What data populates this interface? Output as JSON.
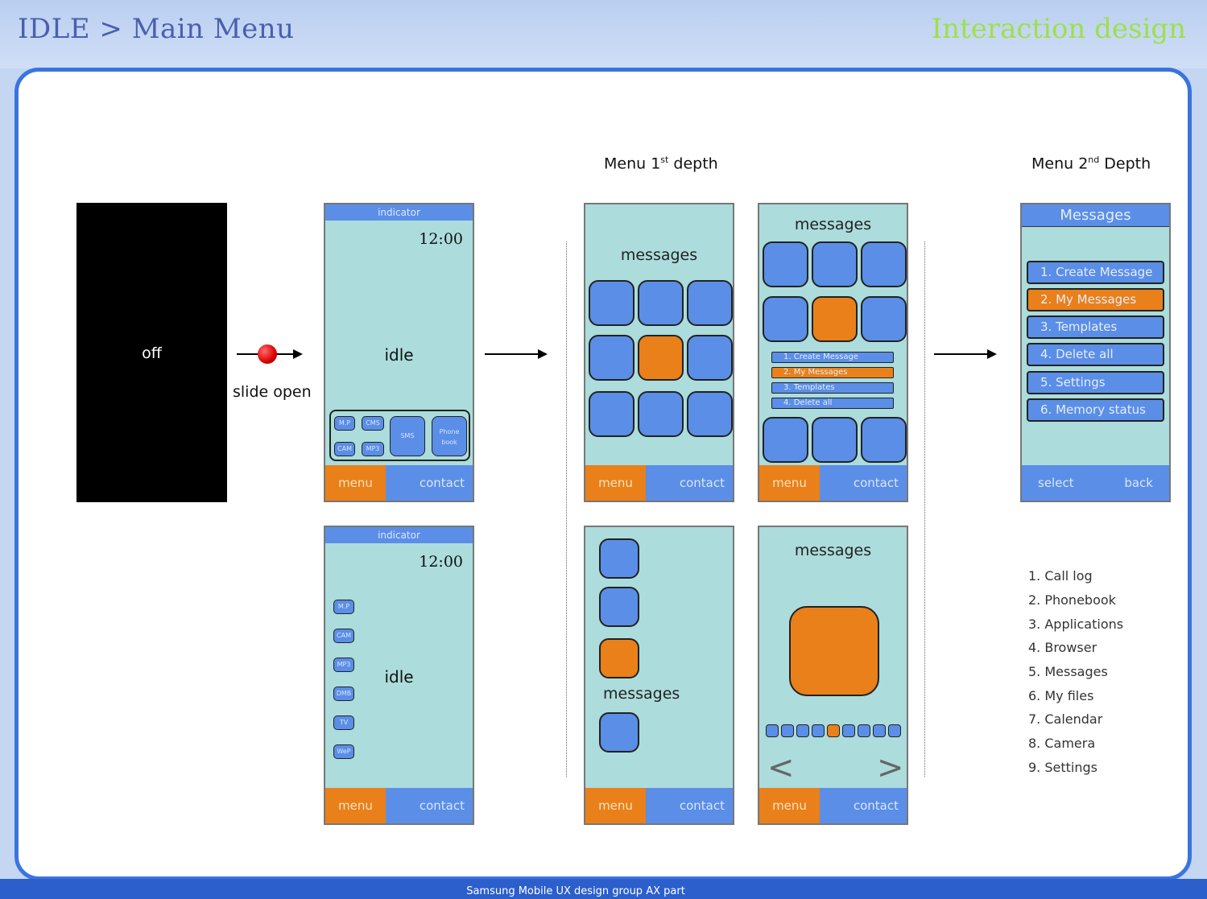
{
  "header": {
    "title": "IDLE > Main Menu",
    "right": "Interaction design"
  },
  "footer": {
    "text": "Samsung Mobile UX design group AX part"
  },
  "headings": {
    "depth1": "Menu 1",
    "depth1_sup": "st",
    "depth1_tail": " depth",
    "depth2": "Menu 2",
    "depth2_sup": "nd",
    "depth2_tail": " Depth"
  },
  "off": {
    "label": "off"
  },
  "slide": {
    "label": "slide open"
  },
  "idle_phone": {
    "indicator": "indicator",
    "clock": "12:00",
    "idle": "idle",
    "shortcuts": [
      "M.P",
      "CMS",
      "CAM",
      "MP3"
    ],
    "shortcut_big": [
      "SMS",
      "Phone book"
    ],
    "menu": "menu",
    "contact": "contact"
  },
  "idle_phone2": {
    "indicator": "indicator",
    "clock": "12:00",
    "idle": "idle",
    "side_icons": [
      "M.P",
      "CAM",
      "MP3",
      "DMB",
      "TV",
      "WeP"
    ],
    "menu": "menu",
    "contact": "contact"
  },
  "grid_phone": {
    "title": "messages",
    "menu": "menu",
    "contact": "contact"
  },
  "grid_list_phone": {
    "title": "messages",
    "items": [
      "1. Create Message",
      "2. My Messages",
      "3. Templates",
      "4. Delete all"
    ],
    "selected": 1,
    "menu": "menu",
    "contact": "contact"
  },
  "vertical_phone": {
    "title": "messages",
    "menu": "menu",
    "contact": "contact"
  },
  "carousel_phone": {
    "title": "messages",
    "menu": "menu",
    "contact": "contact",
    "prev": "<",
    "next": ">"
  },
  "messages_phone": {
    "header": "Messages",
    "items": [
      "1. Create Message",
      "2. My Messages",
      "3. Templates",
      "4. Delete all",
      "5. Settings",
      "6. Memory status"
    ],
    "selected": 1,
    "select": "select",
    "back": "back"
  },
  "main_menu_list": [
    "1. Call log",
    "2. Phonebook",
    "3. Applications",
    "4. Browser",
    "5. Messages",
    "6. My files",
    "7. Calendar",
    "8. Camera",
    "9. Settings"
  ],
  "colors": {
    "accent": "#e9801a",
    "tile": "#5b8ee6",
    "screen": "#acdcdc",
    "frame": "#3b74e0"
  }
}
